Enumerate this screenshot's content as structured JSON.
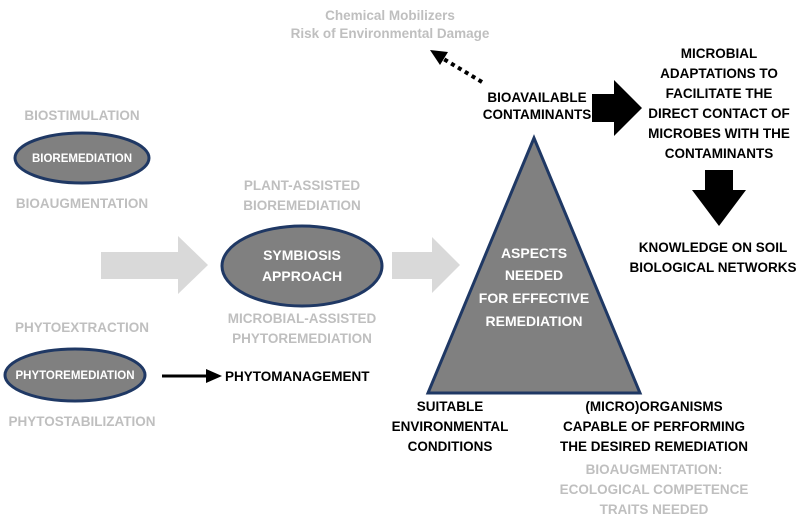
{
  "top_grey": {
    "line1": "Chemical Mobilizers",
    "line2": "Risk of Environmental Damage"
  },
  "bioavailable": {
    "line1": "BIOAVAILABLE",
    "line2": "CONTAMINANTS"
  },
  "microbial_adaptations": {
    "line1": "MICROBIAL",
    "line2": "ADAPTATIONS TO",
    "line3": "FACILITATE THE",
    "line4": "DIRECT CONTACT OF",
    "line5": "MICROBES WITH THE",
    "line6": "CONTAMINANTS"
  },
  "knowledge": {
    "line1": "KNOWLEDGE ON SOIL",
    "line2": "BIOLOGICAL NETWORKS"
  },
  "bioremediation_group": {
    "top": "BIOSTIMULATION",
    "ellipse": "BIOREMEDIATION",
    "bottom": "BIOAUGMENTATION"
  },
  "symbiosis_group": {
    "top1": "PLANT-ASSISTED",
    "top2": "BIOREMEDIATION",
    "ellipse1": "SYMBIOSIS",
    "ellipse2": "APPROACH",
    "bottom1": "MICROBIAL-ASSISTED",
    "bottom2": "PHYTOREMEDIATION"
  },
  "phyto_group": {
    "top": "PHYTOEXTRACTION",
    "ellipse": "PHYTOREMEDIATION",
    "bottom": "PHYTOSTABILIZATION",
    "arrow_target": "PHYTOMANAGEMENT"
  },
  "triangle": {
    "line1": "ASPECTS",
    "line2": "NEEDED",
    "line3": "FOR EFFECTIVE",
    "line4": "REMEDIATION"
  },
  "suitable": {
    "line1": "SUITABLE",
    "line2": "ENVIRONMENTAL",
    "line3": "CONDITIONS"
  },
  "organisms": {
    "line1": "(MICRO)ORGANISMS",
    "line2": "CAPABLE OF PERFORMING",
    "line3": "THE DESIRED REMEDIATION",
    "grey1": "BIOAUGMENTATION:",
    "grey2": "ECOLOGICAL COMPETENCE",
    "grey3": "TRAITS NEEDED"
  },
  "colors": {
    "shape_fill": "#808080",
    "shape_stroke": "#1f3864",
    "grey_text": "#bfbfbf",
    "light_arrow": "#d9d9d9"
  }
}
